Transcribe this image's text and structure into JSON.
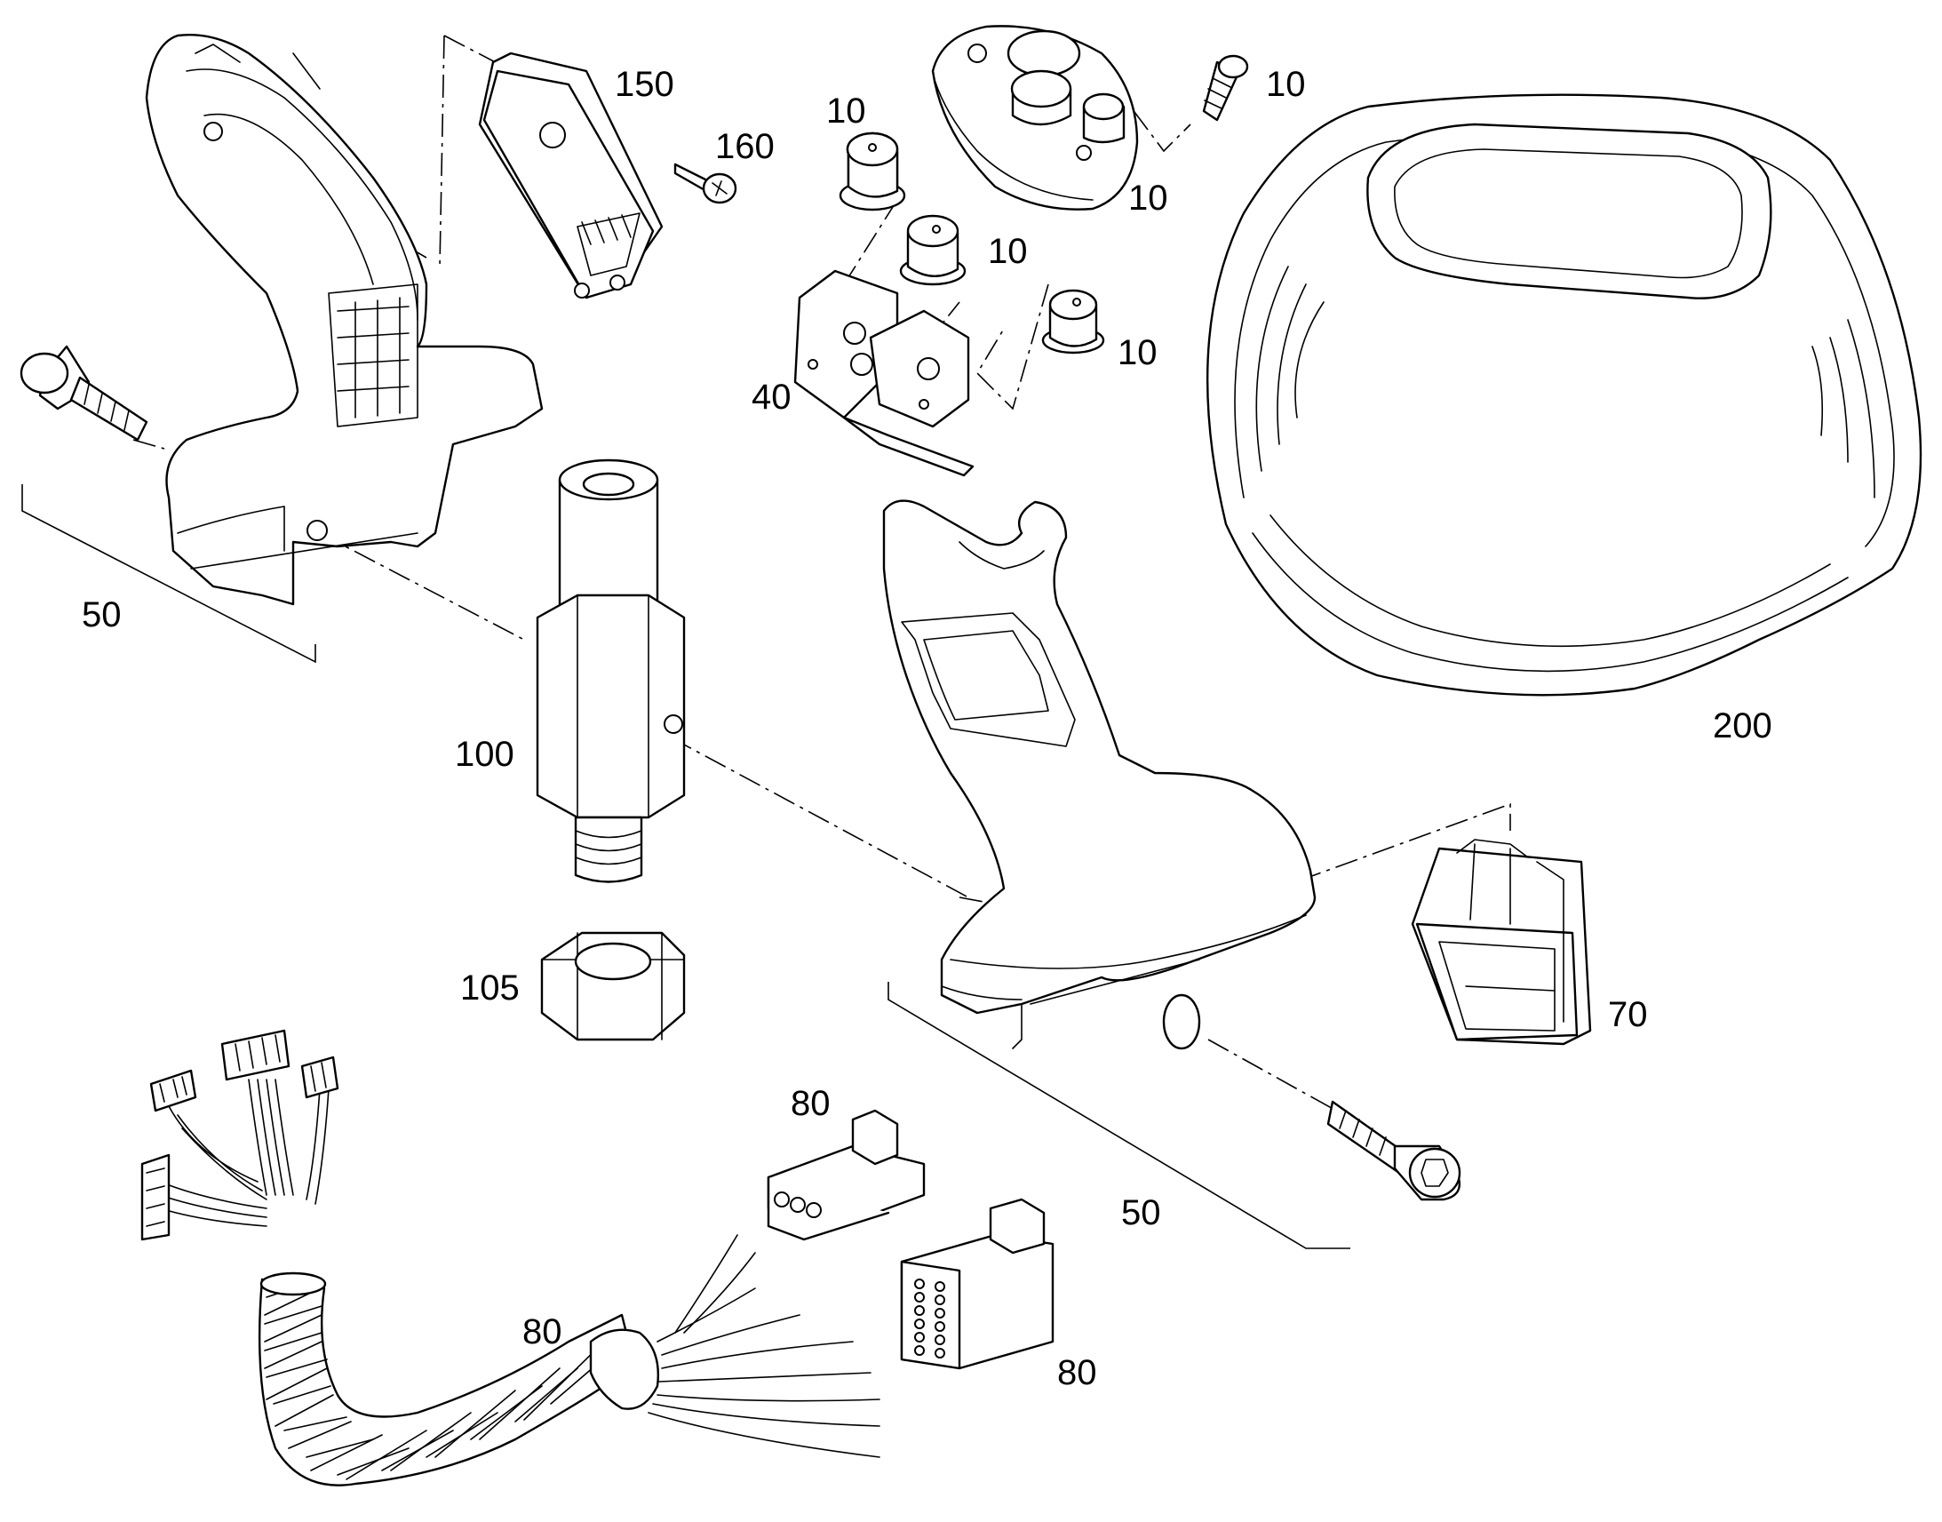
{
  "diagram": {
    "callouts": [
      {
        "id": "c10a",
        "text": "10"
      },
      {
        "id": "c10b",
        "text": "10"
      },
      {
        "id": "c10c",
        "text": "10"
      },
      {
        "id": "c10d",
        "text": "10"
      },
      {
        "id": "c10e",
        "text": "10"
      },
      {
        "id": "c150",
        "text": "150"
      },
      {
        "id": "c160",
        "text": "160"
      },
      {
        "id": "c40",
        "text": "40"
      },
      {
        "id": "c50a",
        "text": "50"
      },
      {
        "id": "c50b",
        "text": "50"
      },
      {
        "id": "c100",
        "text": "100"
      },
      {
        "id": "c105",
        "text": "105"
      },
      {
        "id": "c200",
        "text": "200"
      },
      {
        "id": "c70",
        "text": "70"
      },
      {
        "id": "c80a",
        "text": "80"
      },
      {
        "id": "c80b",
        "text": "80"
      },
      {
        "id": "c80c",
        "text": "80"
      }
    ],
    "colors": {
      "line": "#000000",
      "background": "#ffffff"
    }
  }
}
